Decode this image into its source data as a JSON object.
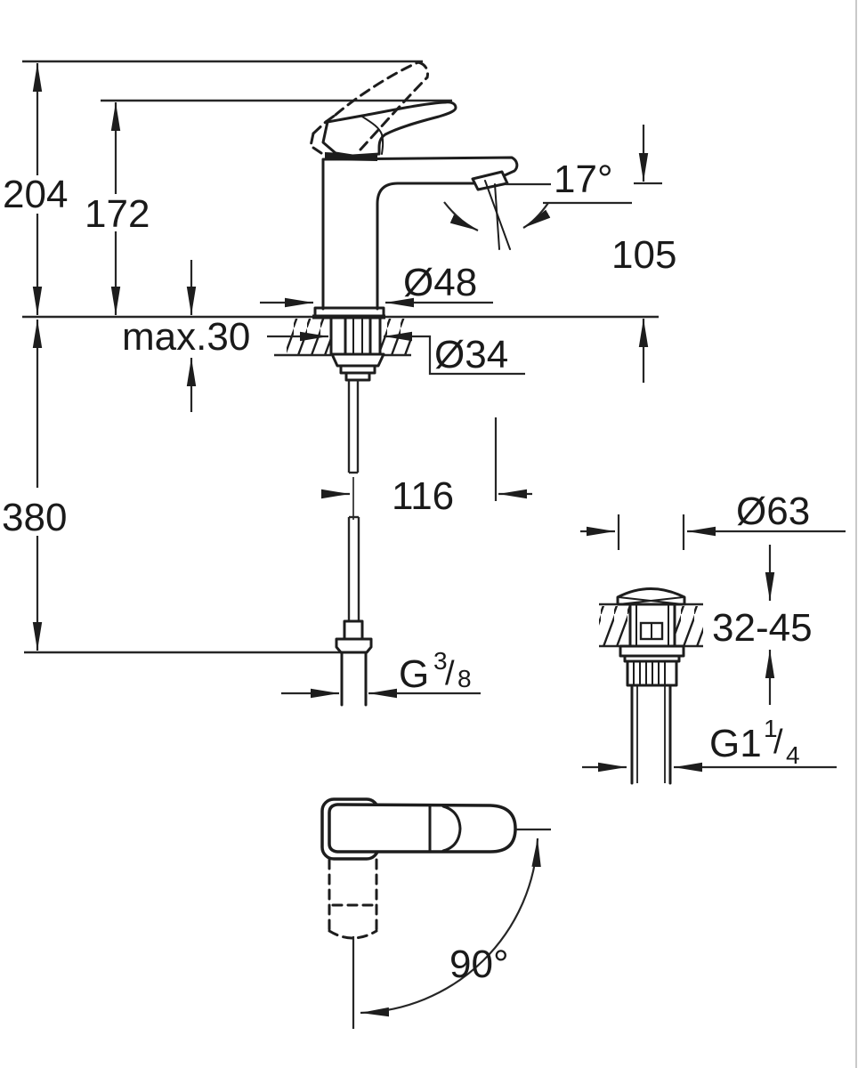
{
  "drawing": {
    "type": "technical-dimension-diagram",
    "subject": "single-lever basin mixer faucet with pop-up waste, side view, drain valve section and handle top view",
    "colors": {
      "background": "#ffffff",
      "ink": "#1d1d1d",
      "edge_artifact": "#c9c9c9"
    }
  },
  "annotations": {
    "overall_height": "204",
    "handle_height": "172",
    "spout_angle": "17°",
    "spout_outlet_height": "105",
    "base_diameter": "Ø48",
    "max_deck_thickness": "max.30",
    "shank_diameter": "Ø34",
    "supply_depth": "380",
    "outlet_offset": "116",
    "supply_thread": {
      "prefix": "G",
      "numerator": "3",
      "slash": "/",
      "denominator": "8"
    },
    "waste_flange_diameter": "Ø63",
    "waste_deck_thickness_range": "32-45",
    "waste_thread": {
      "prefix": "G1",
      "numerator": "1",
      "slash": "/",
      "denominator": "4"
    },
    "handle_swivel_angle": "90°"
  }
}
